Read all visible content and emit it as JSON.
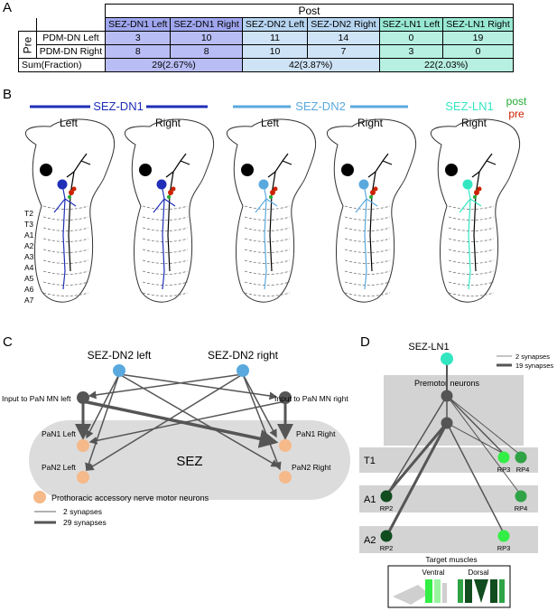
{
  "panels": {
    "a": "A",
    "b": "B",
    "c": "C",
    "d": "D"
  },
  "table": {
    "post_label": "Post",
    "pre_label": "Pre",
    "columns": [
      "SEZ-DN1 Left",
      "SEZ-DN1 Right",
      "SEZ-DN2 Left",
      "SEZ-DN2 Right",
      "SEZ-LN1 Left",
      "SEZ-LN1 Right"
    ],
    "rows": [
      {
        "label": "PDM-DN Left",
        "values": [
          "3",
          "10",
          "11",
          "14",
          "0",
          "19"
        ]
      },
      {
        "label": "PDM-DN Right",
        "values": [
          "8",
          "8",
          "10",
          "7",
          "3",
          "0"
        ]
      }
    ],
    "sum_label": "Sum(Fraction)",
    "sums": [
      "29(2.67%)",
      "42(3.87%)",
      "22(2.03%)"
    ]
  },
  "b": {
    "groups": [
      "SEZ-DN1",
      "SEZ-DN2",
      "SEZ-LN1"
    ],
    "sides": [
      "Left",
      "Right",
      "Left",
      "Right",
      "Right"
    ],
    "legend_post": "post",
    "legend_pre": "pre",
    "segments": [
      "T2",
      "T3",
      "A1",
      "A2",
      "A3",
      "A4",
      "A5",
      "A6",
      "A7"
    ],
    "colors": {
      "dn1": "#1f2fb8",
      "dn2": "#5aa9de",
      "ln1": "#33e6c2",
      "post": "#22aa33",
      "pre": "#cc2200"
    }
  },
  "c": {
    "dn2_left": "SEZ-DN2 left",
    "dn2_right": "SEZ-DN2 right",
    "input_left": "Input to PaN MN  left",
    "input_right": "Input to PaN MN  right",
    "pan1_left": "PaN1 Left",
    "pan1_right": "PaN1 Right",
    "pan2_left": "PaN2 Left",
    "pan2_right": "PaN2 Right",
    "region": "SEZ",
    "legend_mn": "Prothoracic accessory nerve motor neurons",
    "legend_thin": "2 synapses",
    "legend_thick": "29 synapses"
  },
  "d": {
    "ln1": "SEZ-LN1",
    "legend_thin": "2 synapses",
    "legend_thick": "19 synapses",
    "premotor": "Premotor neurons",
    "segments": [
      "T1",
      "A1",
      "A2"
    ],
    "rp": [
      "RP3",
      "RP4",
      "RP2",
      "RP4",
      "RP2",
      "RP3"
    ],
    "target": "Target muscles",
    "ventral": "Ventral",
    "dorsal": "Dorsal"
  }
}
